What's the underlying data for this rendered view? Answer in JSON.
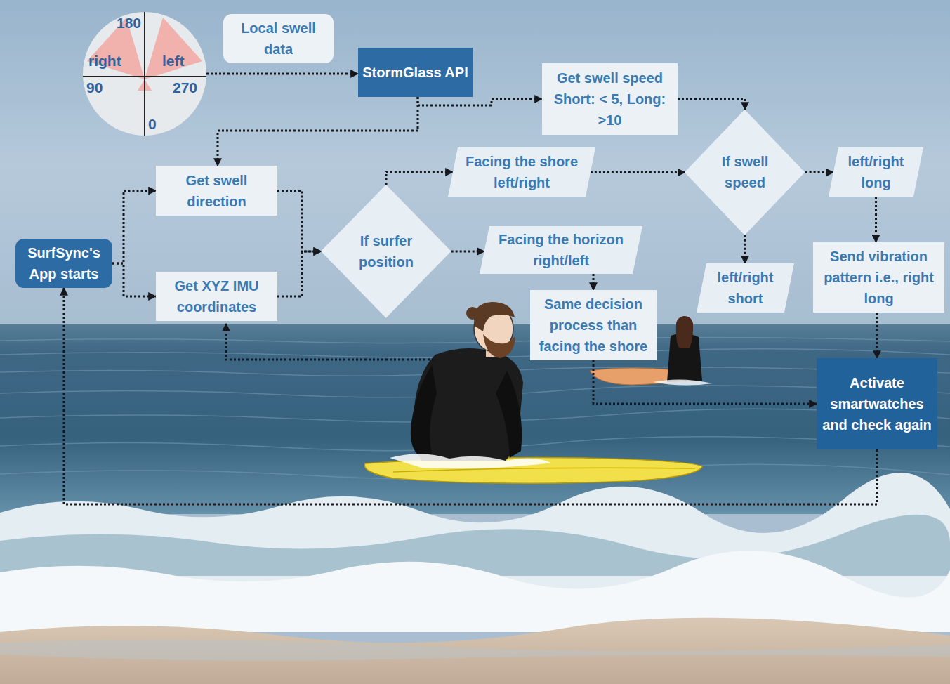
{
  "diagram": {
    "nodes": [
      {
        "text": [
          "180",
          "right",
          "left",
          "90",
          "270",
          "0"
        ]
      },
      {
        "text": [
          "Local swell data"
        ]
      },
      {
        "text": [
          "StormGlass API"
        ]
      },
      {
        "text": [
          "Get swell speed Short: < 5, Long: >10"
        ]
      },
      {
        "text": [
          "Get swell direction"
        ]
      },
      {
        "text": [
          "Facing the shore left/right"
        ]
      },
      {
        "text": [
          "If swell speed"
        ]
      },
      {
        "text": [
          "left/right long"
        ]
      },
      {
        "text": [
          "SurfSync's App starts"
        ]
      },
      {
        "text": [
          "If surfer position"
        ]
      },
      {
        "text": [
          "Facing the horizon right/left"
        ]
      },
      {
        "text": [
          "Get XYZ IMU coordinates"
        ]
      },
      {
        "text": [
          "Send vibration pattern i.e., right long"
        ]
      },
      {
        "text": [
          "left/right short"
        ]
      },
      {
        "text": [
          "Same decision process than facing the shore"
        ]
      },
      {
        "text": [
          "Activate smartwatches and check again"
        ]
      }
    ],
    "edges": [
      {
        "from": 0,
        "to": 2,
        "arrow": "to"
      },
      {
        "from": 2,
        "to": 3,
        "arrow": "to"
      },
      {
        "from": 2,
        "to": 4,
        "arrow": "to"
      },
      {
        "from": 3,
        "to": 6,
        "arrow": "to"
      },
      {
        "from": 8,
        "to": 4,
        "arrow": "to"
      },
      {
        "from": 8,
        "to": 11,
        "arrow": "to"
      },
      {
        "from": 4,
        "to": 9,
        "arrow": "to"
      },
      {
        "from": 11,
        "to": 9,
        "arrow": "to"
      },
      {
        "from": 9,
        "to": 5,
        "arrow": "to"
      },
      {
        "from": 9,
        "to": 10,
        "arrow": "to"
      },
      {
        "from": 5,
        "to": 6,
        "arrow": "to"
      },
      {
        "from": 6,
        "to": 7,
        "arrow": "to"
      },
      {
        "from": 6,
        "to": 13,
        "arrow": "to"
      },
      {
        "from": 7,
        "to": 12,
        "arrow": "to"
      },
      {
        "from": 12,
        "to": 15,
        "arrow": "to"
      },
      {
        "from": 10,
        "to": 14,
        "arrow": "to"
      },
      {
        "from": 14,
        "to": 15,
        "arrow": "to"
      },
      {
        "from": 15,
        "to": 8,
        "arrow": "to"
      }
    ]
  }
}
